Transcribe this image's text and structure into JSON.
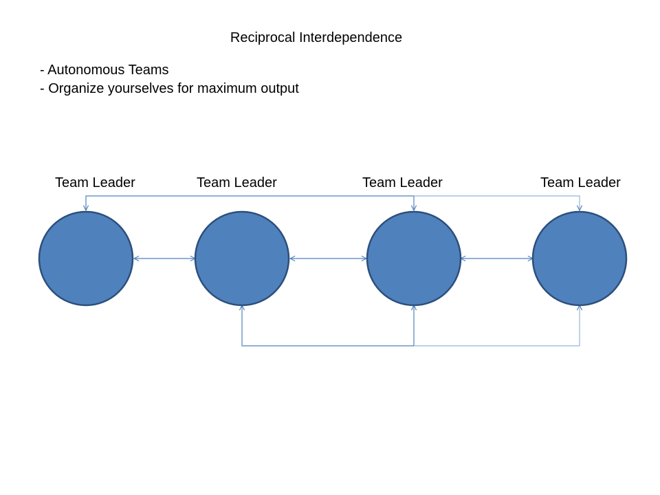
{
  "title": "Reciprocal Interdependence",
  "bullets": [
    "- Autonomous Teams",
    "- Organize yourselves for maximum output"
  ],
  "teams": [
    {
      "leader_label": "Team Leader"
    },
    {
      "leader_label": "Team Leader"
    },
    {
      "leader_label": "Team Leader"
    },
    {
      "leader_label": "Team Leader"
    }
  ],
  "colors": {
    "node_fill": "#4f81bd",
    "node_stroke": "#2c4f7c",
    "connector": "#4f81bd",
    "connector_light": "#95b3d7"
  }
}
